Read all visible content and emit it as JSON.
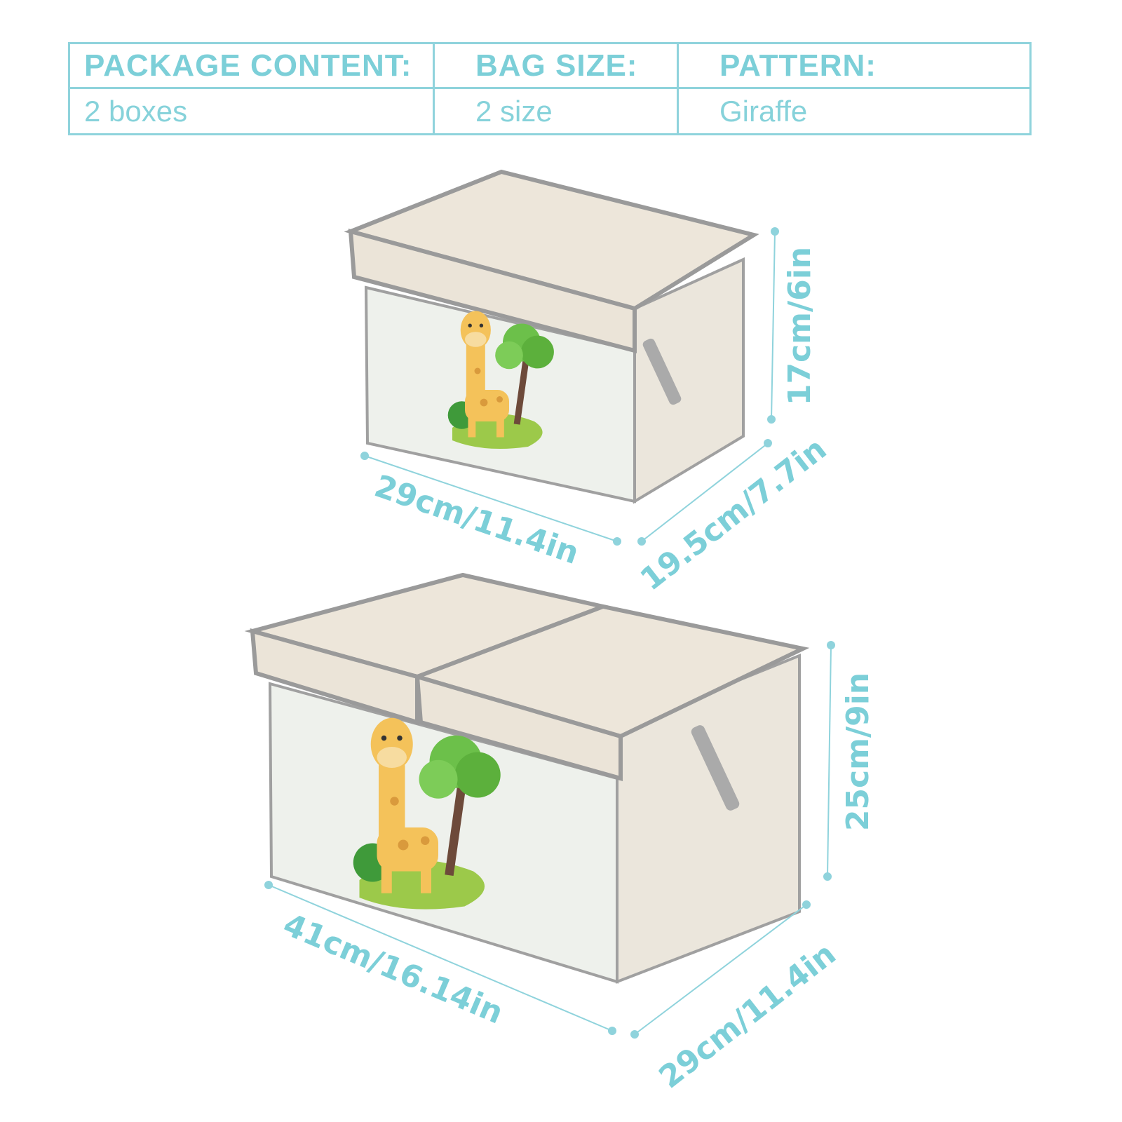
{
  "table": {
    "headers": [
      "PACKAGE CONTENT:",
      "BAG SIZE:",
      "PATTERN:"
    ],
    "values": [
      "2 boxes",
      "2 size",
      "Giraffe"
    ]
  },
  "small_box": {
    "width": "29cm/11.4in",
    "depth": "19.5cm/7.7in",
    "height": "17cm/6in"
  },
  "large_box": {
    "width": "41cm/16.14in",
    "depth": "29cm/11.4in",
    "height": "25cm/9in"
  },
  "colors": {
    "accent": "#7ccfd8",
    "trim": "#9a9a9a",
    "lid": "#ede6da",
    "body": "#eef1ec"
  }
}
